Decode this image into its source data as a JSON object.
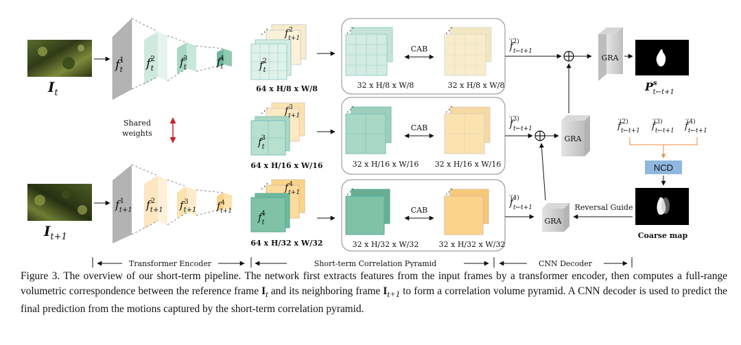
{
  "figure": {
    "inputs": {
      "top_label_main": "I",
      "top_label_sub": "t",
      "bottom_label_main": "I",
      "bottom_label_sub": "t+1"
    },
    "encoder": {
      "shared_weights_line1": "Shared",
      "shared_weights_line2": "weights",
      "top_features": [
        "1",
        "2",
        "3",
        "4"
      ],
      "top_sub": "t",
      "bottom_sub": "t+1"
    },
    "pyramid": {
      "levels": [
        {
          "front_sup": "2",
          "back_sup": "2",
          "in_dim": "64 x H/8 x W/8",
          "left_dim": "32 x H/8 x W/8",
          "right_dim": "32 x H/8 x W/8",
          "cab": "CAB",
          "out_sup": "′(2)"
        },
        {
          "front_sup": "3",
          "back_sup": "3",
          "in_dim": "64 x H/16 x W/16",
          "left_dim": "32 x H/16 x W/16",
          "right_dim": "32 x H/16 x W/16",
          "cab": "CAB",
          "out_sup": "′(3)"
        },
        {
          "front_sup": "4",
          "back_sup": "4",
          "in_dim": "64 x H/32 x W/32",
          "left_dim": "32 x H/32 x W/32",
          "right_dim": "32 x H/32 x W/32",
          "cab": "CAB",
          "out_sup": "′(4)"
        }
      ]
    },
    "decoder": {
      "gra": "GRA",
      "ncd": "NCD",
      "reversal_guide": "Reversal Guide",
      "coarse_map": "Coarse map",
      "pred_main": "P",
      "pred_sup": "s",
      "pred_sub": "t←t+1",
      "out_sub": "t←t+1"
    },
    "sections": {
      "encoder": "Transformer Encoder",
      "pyramid": "Short-term Correlation Pyramid",
      "decoder": "CNN Decoder"
    },
    "colors": {
      "green_light": "#d3ebe2",
      "green_mid": "#a9d8c4",
      "green_dark": "#6fb89b",
      "cream": "#f8ecca",
      "yellow_light": "#fbe3b0",
      "yellow_mid": "#fbd48a",
      "ncd_blue": "#8fb7e0",
      "arrow_red": "#cc1f1f",
      "arrow_orange": "#e8893a"
    }
  },
  "caption": {
    "lead": "Figure 3.  The overview of our short-term pipeline.  The network first extracts features from the input frames by a transformer encoder, then computes a full-range volumetric correspondence between the reference frame ",
    "ref_main": "I",
    "ref_sub": "t",
    "middle": " and its neighboring frame ",
    "nb_main": "I",
    "nb_sub": "t+1",
    "tail": " to form a correlation volume pyramid. A CNN decoder is used to predict the final prediction from the motions captured by the short-term correlation pyramid."
  }
}
